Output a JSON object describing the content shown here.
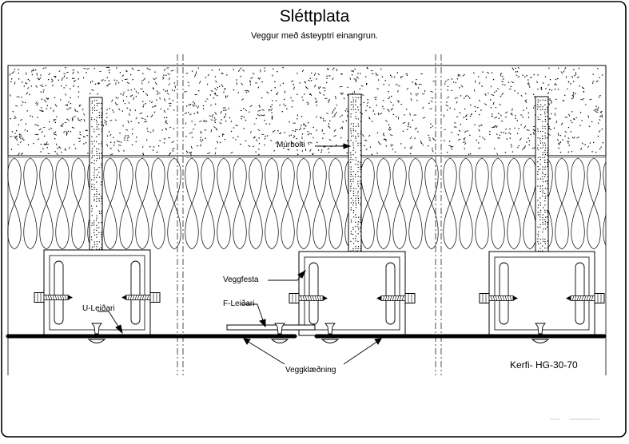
{
  "title": "Sléttplata",
  "subtitle": "Veggur með ásteyptri einangrun.",
  "labels": {
    "murbolti": "Múrbolti",
    "veggfesta": "Veggfesta",
    "u_leidari": "U-Leiðari",
    "f_leidari": "F-Leiðari",
    "veggklaedning": "Veggklæðning"
  },
  "drawing_code": "Kerfi- HG-30-70",
  "colors": {
    "line": "#000000",
    "background": "#ffffff"
  }
}
